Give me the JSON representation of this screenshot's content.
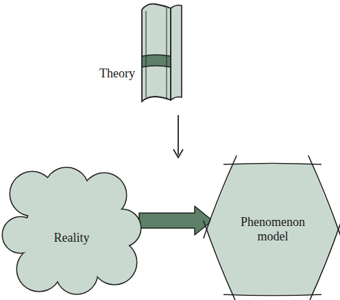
{
  "diagram": {
    "nodes": [
      {
        "text": [
          "Theory"
        ]
      },
      {
        "text": [
          "Reality"
        ]
      },
      {
        "text": [
          "Phenomenon model"
        ]
      }
    ],
    "edges": [
      {
        "from": 1,
        "to": 2,
        "arrow": "to"
      }
    ]
  }
}
